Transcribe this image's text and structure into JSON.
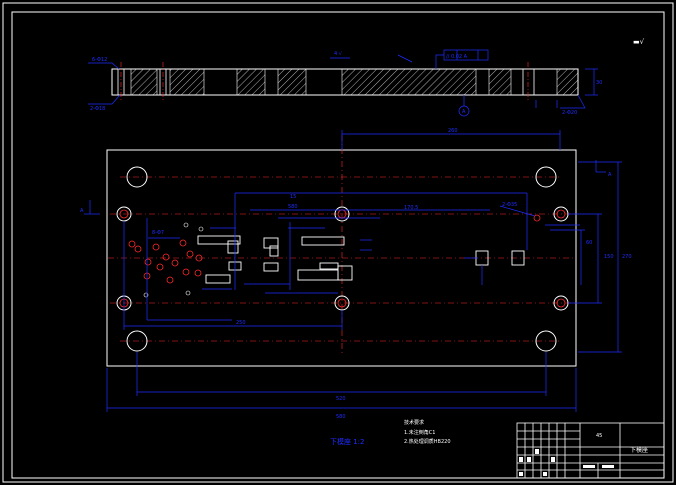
{
  "colors": {
    "background": "#000000",
    "outline": "#ffffff",
    "dimension": "#1e2dff",
    "centerline": "#ff2a2a",
    "hatch": "#ffffff",
    "note": "#ffffff"
  },
  "drawing": {
    "view_caption": "下模座 1:2",
    "corner_mark": "▬√",
    "top_view_labels": {
      "dim_left_top": "6-Φ12",
      "dim_left_bottom": "2-Φ18",
      "dim_center": "4 √",
      "tolerance_frame": "// 0.02 A",
      "thickness": "30",
      "dim_right_bottom": "2-Φ20",
      "datum": "A"
    },
    "plan_view_labels": {
      "width_overall": "580",
      "width_inner": "260",
      "width_inner2": "170.5",
      "depth_small": "15",
      "height_right": "150",
      "height_right2": "270",
      "dim_holes_right": "2-Φ35",
      "dim_rows": "60",
      "dim_bottom": "520",
      "dim_overall_bottom": "580",
      "dim_lower_left": "250",
      "hole_spec_left": "8-Φ7",
      "section_mark_left": "A",
      "section_mark_right": "A"
    }
  },
  "notes": {
    "title": "技术要求",
    "line1": "1.未注倒角C1",
    "line2": "2.热处理调质HB220"
  },
  "title_block": {
    "part_name": "下模座",
    "material": "45"
  }
}
